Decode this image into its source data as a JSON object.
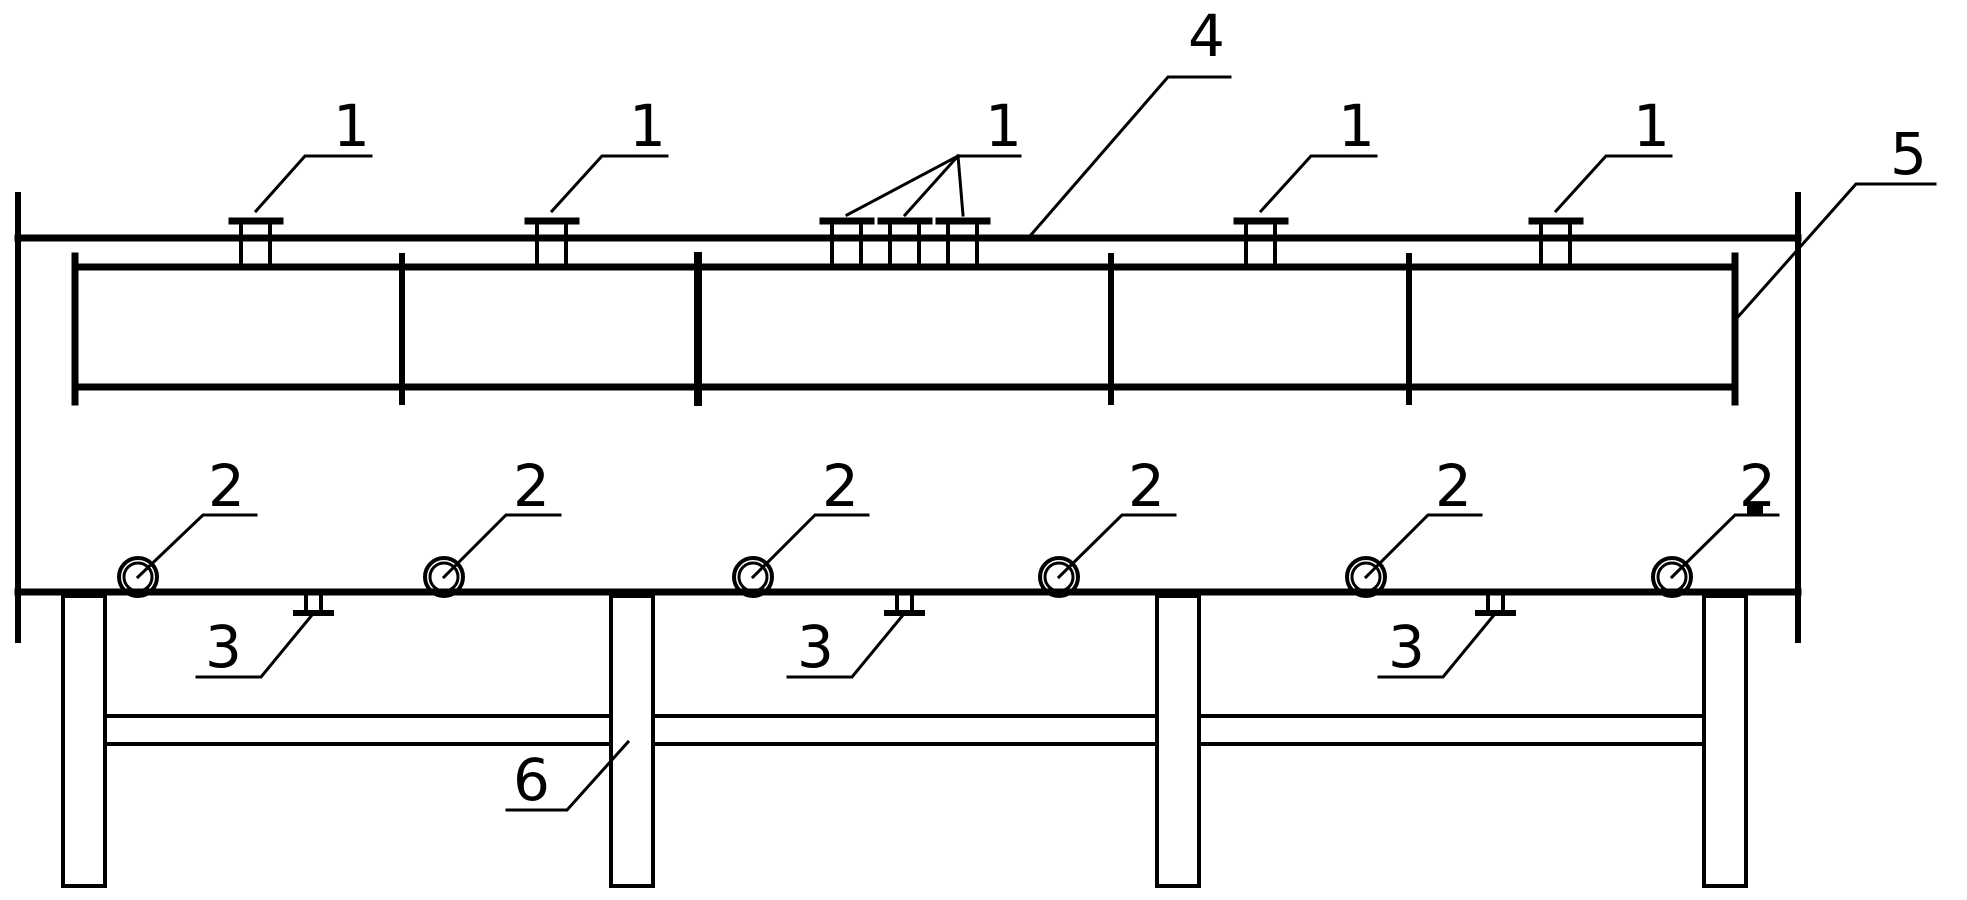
{
  "labels": {
    "nozzle": "1",
    "port": "2",
    "bottom_fitting": "3",
    "vessel_shell": "4",
    "partition_frame": "5",
    "support_leg": "6"
  },
  "colors": {
    "stroke": "#000000",
    "background": "#ffffff"
  }
}
